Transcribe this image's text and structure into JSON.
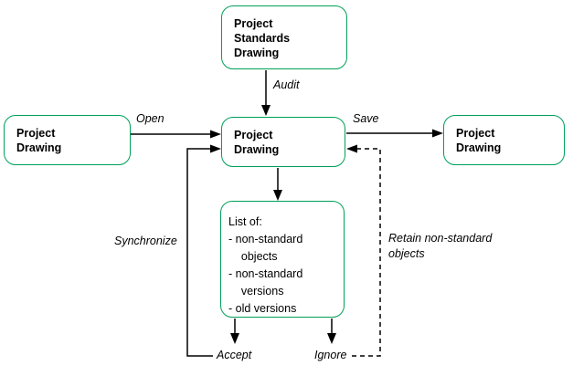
{
  "diagram": {
    "title": "project standards drawing workflow",
    "colors": {
      "background": "#ffffff",
      "box_border": "#00A05A",
      "box_fill": "#ffffff",
      "line": "#000000",
      "text": "#000000"
    },
    "boxes": {
      "standards": "Project\nStandards\nDrawing",
      "left": "Project\nDrawing",
      "center": "Project\nDrawing",
      "right": "Project\nDrawing",
      "list": "List of:\n- non-standard\n    objects\n- non-standard\n    versions\n- old versions"
    },
    "labels": {
      "open": "Open",
      "audit": "Audit",
      "save": "Save",
      "synchronize": "Synchronize",
      "accept": "Accept",
      "ignore": "Ignore",
      "retain": "Retain non-standard\nobjects"
    }
  }
}
